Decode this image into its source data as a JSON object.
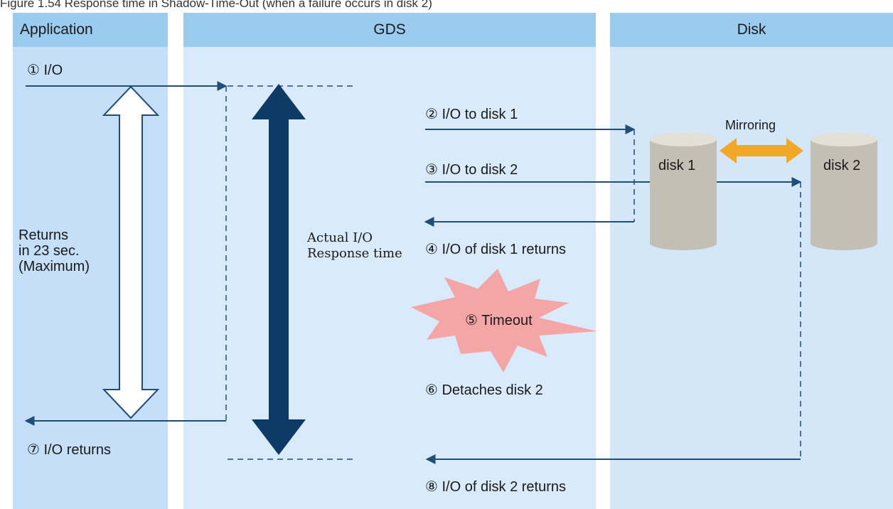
{
  "caption": "Figure 1.54 Response time in Shadow-Time-Out (when a failure occurs in disk 2)",
  "lanes": {
    "application": "Application",
    "gds": "GDS",
    "disk": "Disk"
  },
  "steps": {
    "s1": "① I/O",
    "s2": "② I/O to disk 1",
    "s3": "③ I/O to disk 2",
    "s4": "④ I/O of disk 1 returns",
    "s5": "⑤ Timeout",
    "s6": "⑥ Detaches disk 2",
    "s7": "⑦ I/O returns",
    "s8": "⑧ I/O of disk 2 returns"
  },
  "annotations": {
    "returns_max": "Returns\nin 23 sec.\n(Maximum)",
    "actual_response": "Actual I/O\nResponse time",
    "mirroring": "Mirroring"
  },
  "disks": {
    "disk1": "disk 1",
    "disk2": "disk 2"
  },
  "colors": {
    "header": "#9ccbf0",
    "lane_app": "#c4dff7",
    "lane_gds": "#d9eafa",
    "lane_disk": "#d3e7f9",
    "arrow": "#1f4e79",
    "response_arrow": "#0d3a66",
    "mirror_arrow": "#f0a826",
    "disk": "#c4bfb4",
    "disk_top": "#e3e0d8",
    "burst": "#f4a5a5"
  }
}
